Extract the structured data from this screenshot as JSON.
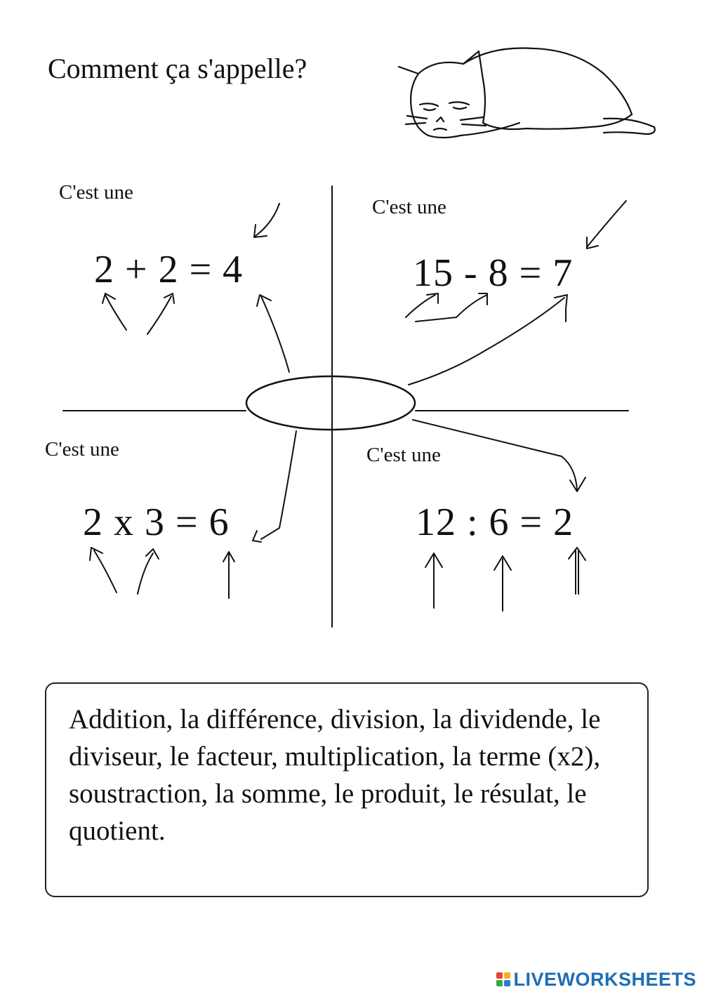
{
  "worksheet": {
    "title": "Comment ça s'appelle?",
    "quadrants": [
      {
        "label": "C'est une",
        "equation": "2 + 2 = 4"
      },
      {
        "label": "C'est une",
        "equation": "15 - 8 = 7"
      },
      {
        "label": "C'est une",
        "equation": "2 x 3 = 6"
      },
      {
        "label": "C'est une",
        "equation": "12 : 6 = 2"
      }
    ],
    "word_bank": "Addition, la différence, division, la dividende, le diviseur,  le facteur, multiplication, la terme (x2), soustraction, la somme, le produit, le résulat, le quotient."
  },
  "brand": {
    "name": "LIVEWORKSHEETS",
    "logo_colors": [
      "#e8432e",
      "#f7b21b",
      "#3aa84a",
      "#2b7ccf"
    ]
  }
}
